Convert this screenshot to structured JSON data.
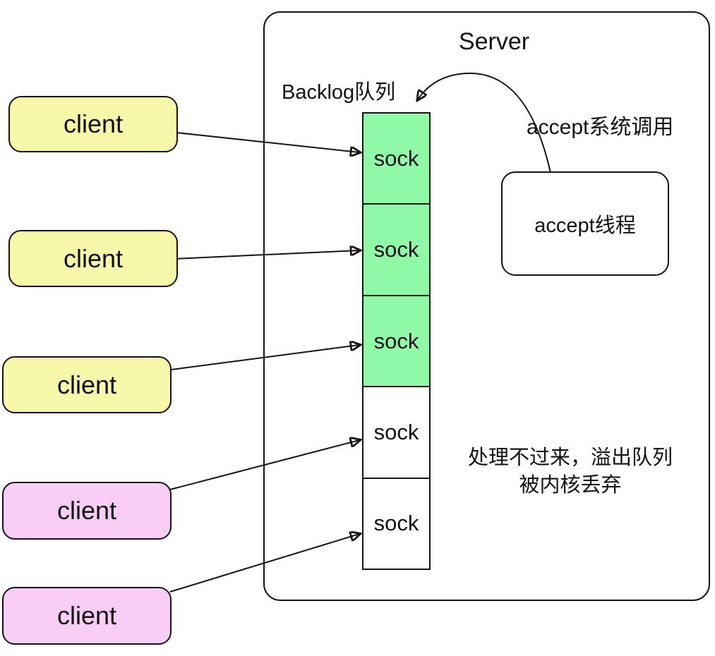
{
  "colors": {
    "background": "#ffffff",
    "client-yellow": "#F8F8AA",
    "client-pink": "#FACDF7",
    "sock-filled": "#8FF9A7",
    "line": "#141414"
  },
  "server": {
    "title": "Server"
  },
  "clients": [
    {
      "label": "client",
      "color": "yellow"
    },
    {
      "label": "client",
      "color": "yellow"
    },
    {
      "label": "client",
      "color": "yellow"
    },
    {
      "label": "client",
      "color": "pink"
    },
    {
      "label": "client",
      "color": "pink"
    }
  ],
  "backlog": {
    "label": "Backlog队列",
    "cells": [
      {
        "label": "sock",
        "state": "filled"
      },
      {
        "label": "sock",
        "state": "filled"
      },
      {
        "label": "sock",
        "state": "filled"
      },
      {
        "label": "sock",
        "state": "empty"
      },
      {
        "label": "sock",
        "state": "empty"
      }
    ]
  },
  "accept_thread": {
    "label": "accept线程"
  },
  "accept_syscall_label": "accept系统调用",
  "overflow_note": {
    "line1": "处理不过来，溢出队列",
    "line2": "被内核丢弃"
  },
  "arrows": [
    {
      "from": "client-1",
      "to": "sock-1"
    },
    {
      "from": "client-2",
      "to": "sock-2"
    },
    {
      "from": "client-3",
      "to": "sock-3"
    },
    {
      "from": "client-4",
      "to": "sock-4"
    },
    {
      "from": "client-5",
      "to": "sock-5"
    },
    {
      "from": "accept-thread",
      "to": "backlog-queue-top"
    }
  ]
}
